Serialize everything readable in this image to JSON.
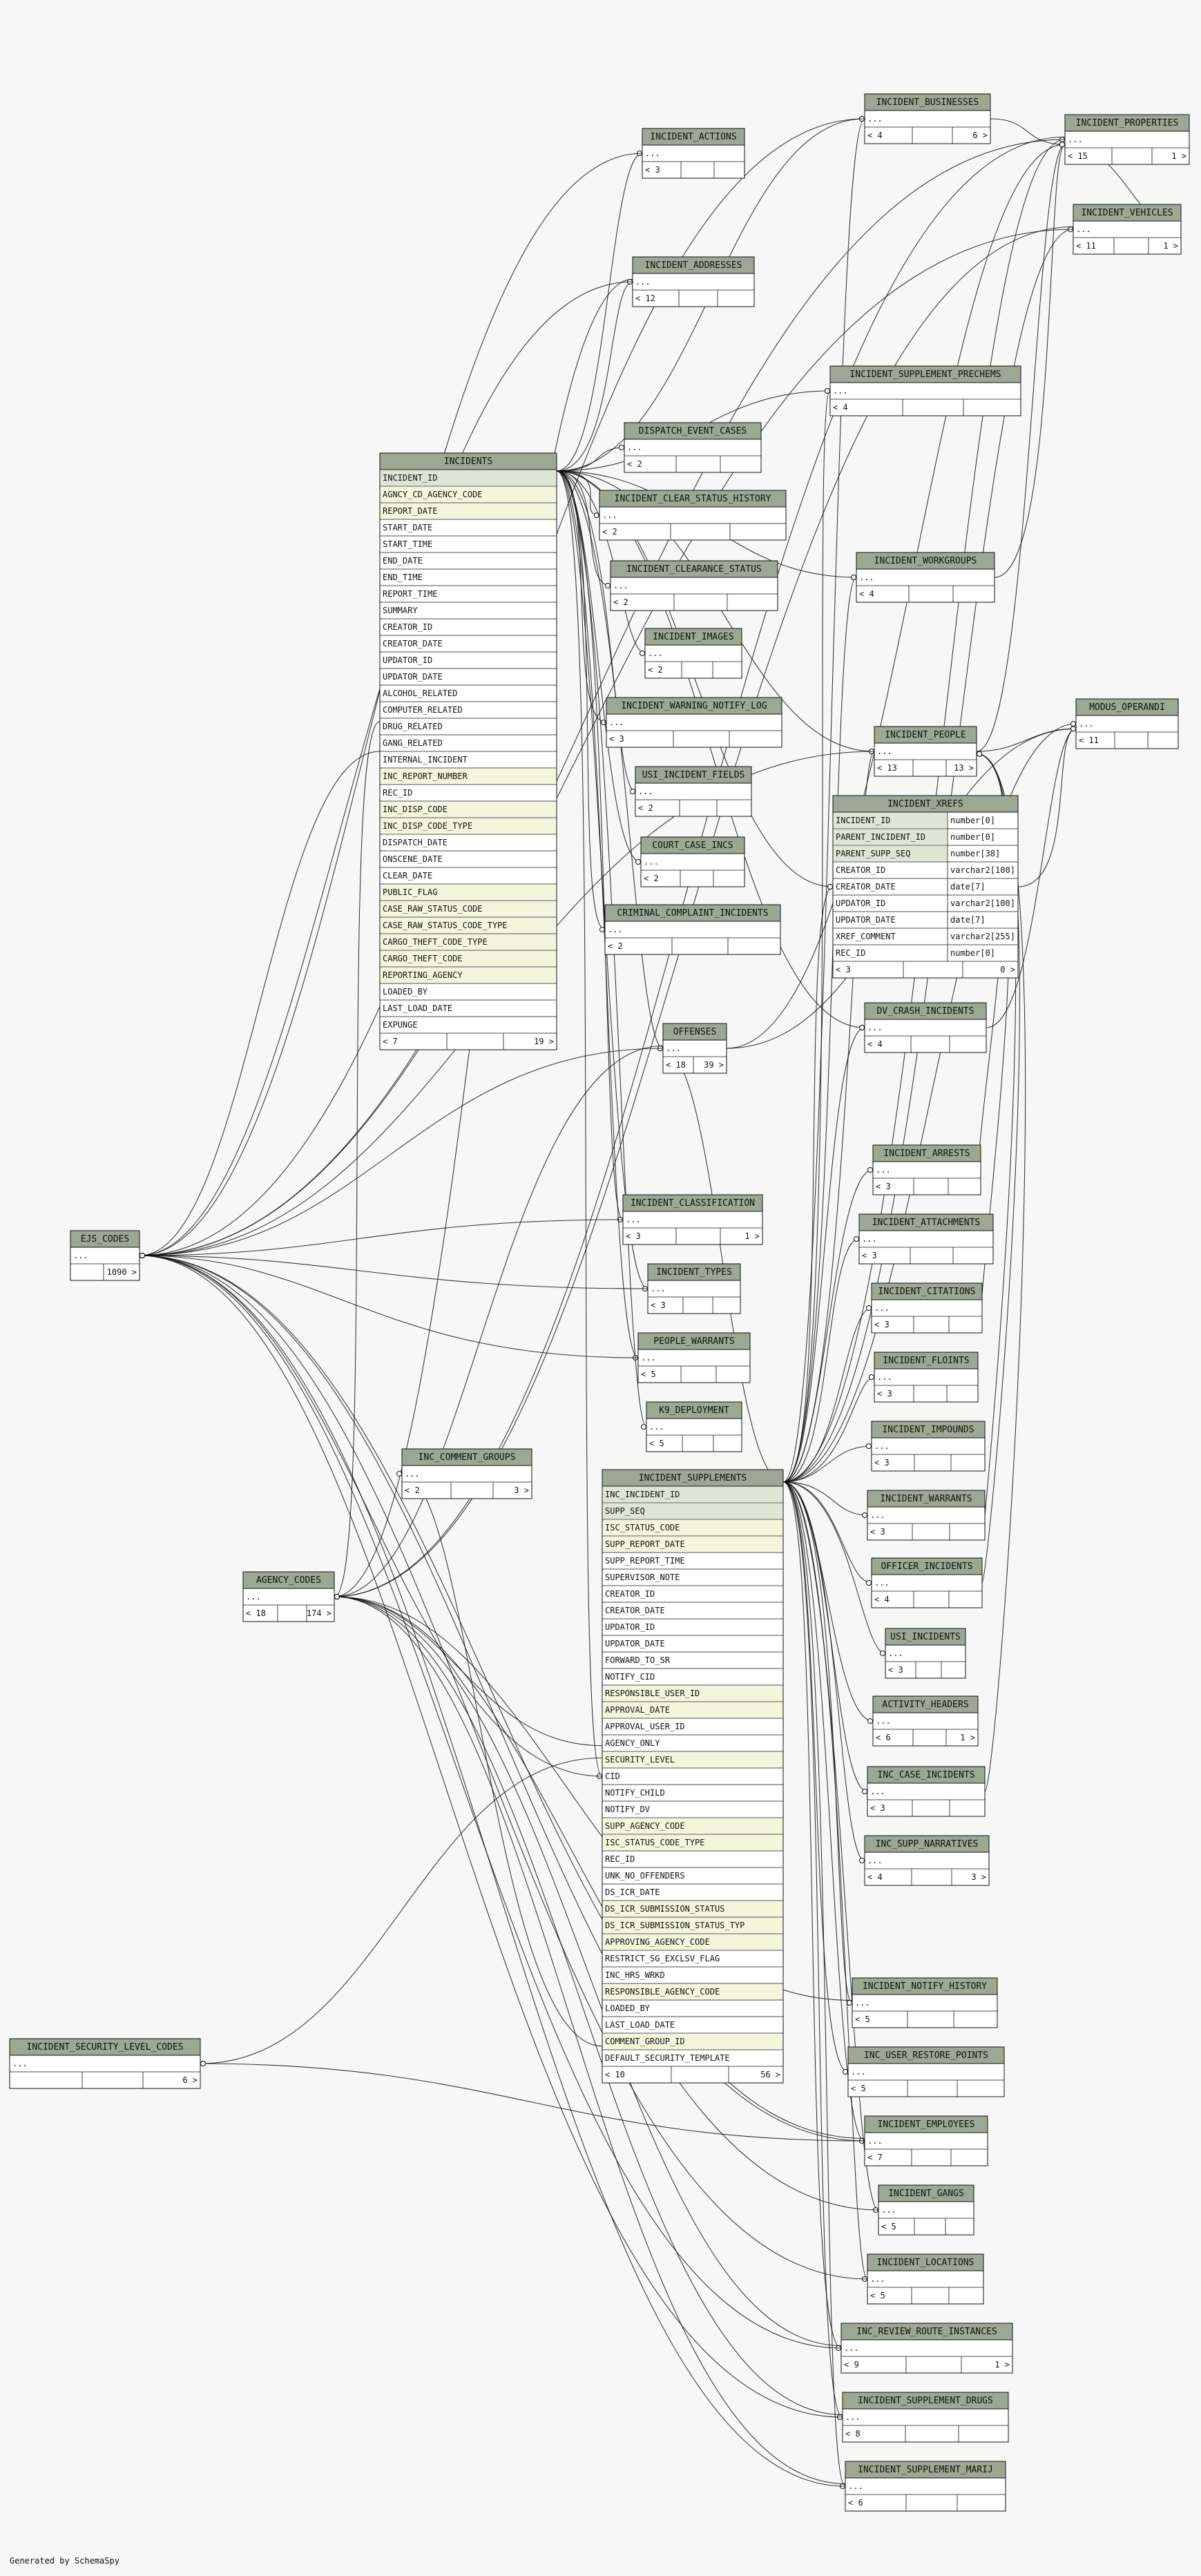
{
  "footer": "Generated by SchemaSpy",
  "tables": [
    {
      "name": "INCIDENT_BUSINESSES",
      "cols": [
        "..."
      ],
      "foot": [
        "< 4",
        "",
        "6 >"
      ]
    },
    {
      "name": "INCIDENT_PROPERTIES",
      "cols": [
        "..."
      ],
      "foot": [
        "< 15",
        "",
        "1 >"
      ]
    },
    {
      "name": "INCIDENT_ACTIONS",
      "cols": [
        "..."
      ],
      "foot": [
        "< 3",
        "",
        ""
      ]
    },
    {
      "name": "INCIDENT_VEHICLES",
      "cols": [
        "..."
      ],
      "foot": [
        "< 11",
        "",
        "1 >"
      ]
    },
    {
      "name": "INCIDENT_ADDRESSES",
      "cols": [
        "..."
      ],
      "foot": [
        "< 12",
        "",
        ""
      ]
    },
    {
      "name": "INCIDENT_SUPPLEMENT_PRECHEMS",
      "cols": [
        "..."
      ],
      "foot": [
        "< 4",
        "",
        ""
      ]
    },
    {
      "name": "DISPATCH_EVENT_CASES",
      "cols": [
        "..."
      ],
      "foot": [
        "< 2",
        "",
        ""
      ]
    },
    {
      "name": "INCIDENT_CLEAR_STATUS_HISTORY",
      "cols": [
        "..."
      ],
      "foot": [
        "< 2",
        "",
        ""
      ]
    },
    {
      "name": "INCIDENT_WORKGROUPS",
      "cols": [
        "..."
      ],
      "foot": [
        "< 4",
        "",
        ""
      ]
    },
    {
      "name": "INCIDENT_CLEARANCE_STATUS",
      "cols": [
        "..."
      ],
      "foot": [
        "< 2",
        "",
        ""
      ]
    },
    {
      "name": "INCIDENT_IMAGES",
      "cols": [
        "..."
      ],
      "foot": [
        "< 2",
        "",
        ""
      ]
    },
    {
      "name": "INCIDENT_WARNING_NOTIFY_LOG",
      "cols": [
        "..."
      ],
      "foot": [
        "< 3",
        "",
        ""
      ]
    },
    {
      "name": "MODUS_OPERANDI",
      "cols": [
        "..."
      ],
      "foot": [
        "< 11",
        "",
        ""
      ]
    },
    {
      "name": "INCIDENT_PEOPLE",
      "cols": [
        "..."
      ],
      "foot": [
        "< 13",
        "",
        "13 >"
      ]
    },
    {
      "name": "USI_INCIDENT_FIELDS",
      "cols": [
        "..."
      ],
      "foot": [
        "< 2",
        "",
        ""
      ]
    },
    {
      "name": "COURT_CASE_INCS",
      "cols": [
        "..."
      ],
      "foot": [
        "< 2",
        "",
        ""
      ]
    },
    {
      "name": "CRIMINAL_COMPLAINT_INCIDENTS",
      "cols": [
        "..."
      ],
      "foot": [
        "< 2",
        "",
        ""
      ]
    },
    {
      "name": "DV_CRASH_INCIDENTS",
      "cols": [
        "..."
      ],
      "foot": [
        "< 4",
        "",
        ""
      ]
    },
    {
      "name": "OFFENSES",
      "cols": [
        "..."
      ],
      "foot": [
        "< 18",
        "39 >"
      ]
    },
    {
      "name": "INCIDENT_ARRESTS",
      "cols": [
        "..."
      ],
      "foot": [
        "< 3",
        "",
        ""
      ]
    },
    {
      "name": "INCIDENT_CLASSIFICATION",
      "cols": [
        "..."
      ],
      "foot": [
        "< 3",
        "",
        "1 >"
      ]
    },
    {
      "name": "INCIDENT_ATTACHMENTS",
      "cols": [
        "..."
      ],
      "foot": [
        "< 3",
        "",
        ""
      ]
    },
    {
      "name": "EJS_CODES",
      "cols": [
        "..."
      ],
      "foot": [
        "",
        "1090 >"
      ]
    },
    {
      "name": "INCIDENT_TYPES",
      "cols": [
        "..."
      ],
      "foot": [
        "< 3",
        "",
        ""
      ]
    },
    {
      "name": "INCIDENT_CITATIONS",
      "cols": [
        "..."
      ],
      "foot": [
        "< 3",
        "",
        ""
      ]
    },
    {
      "name": "PEOPLE_WARRANTS",
      "cols": [
        "..."
      ],
      "foot": [
        "< 5",
        "",
        ""
      ]
    },
    {
      "name": "INCIDENT_FLOINTS",
      "cols": [
        "..."
      ],
      "foot": [
        "< 3",
        "",
        ""
      ]
    },
    {
      "name": "K9_DEPLOYMENT",
      "cols": [
        "..."
      ],
      "foot": [
        "< 5",
        "",
        ""
      ]
    },
    {
      "name": "INC_COMMENT_GROUPS",
      "cols": [
        "..."
      ],
      "foot": [
        "< 2",
        "",
        "3 >"
      ]
    },
    {
      "name": "INCIDENT_IMPOUNDS",
      "cols": [
        "..."
      ],
      "foot": [
        "< 3",
        "",
        ""
      ]
    },
    {
      "name": "INCIDENT_WARRANTS",
      "cols": [
        "..."
      ],
      "foot": [
        "< 3",
        "",
        ""
      ]
    },
    {
      "name": "OFFICER_INCIDENTS",
      "cols": [
        "..."
      ],
      "foot": [
        "< 4",
        "",
        ""
      ]
    },
    {
      "name": "AGENCY_CODES",
      "cols": [
        "..."
      ],
      "foot": [
        "< 18",
        "",
        "174 >"
      ]
    },
    {
      "name": "USI_INCIDENTS",
      "cols": [
        "..."
      ],
      "foot": [
        "< 3",
        "",
        ""
      ]
    },
    {
      "name": "ACTIVITY_HEADERS",
      "cols": [
        "..."
      ],
      "foot": [
        "< 6",
        "",
        "1 >"
      ]
    },
    {
      "name": "INC_CASE_INCIDENTS",
      "cols": [
        "..."
      ],
      "foot": [
        "< 3",
        "",
        ""
      ]
    },
    {
      "name": "INC_SUPP_NARRATIVES",
      "cols": [
        "..."
      ],
      "foot": [
        "< 4",
        "",
        "3 >"
      ]
    },
    {
      "name": "INCIDENT_NOTIFY_HISTORY",
      "cols": [
        "..."
      ],
      "foot": [
        "< 5",
        "",
        ""
      ]
    },
    {
      "name": "INC_USER_RESTORE_POINTS",
      "cols": [
        "..."
      ],
      "foot": [
        "< 5",
        "",
        ""
      ]
    },
    {
      "name": "INCIDENT_SECURITY_LEVEL_CODES",
      "cols": [
        "..."
      ],
      "foot": [
        "",
        "",
        "6 >"
      ]
    },
    {
      "name": "INCIDENT_EMPLOYEES",
      "cols": [
        "..."
      ],
      "foot": [
        "< 7",
        "",
        ""
      ]
    },
    {
      "name": "INCIDENT_GANGS",
      "cols": [
        "..."
      ],
      "foot": [
        "< 5",
        "",
        ""
      ]
    },
    {
      "name": "INCIDENT_LOCATIONS",
      "cols": [
        "..."
      ],
      "foot": [
        "< 5",
        "",
        ""
      ]
    },
    {
      "name": "INC_REVIEW_ROUTE_INSTANCES",
      "cols": [
        "..."
      ],
      "foot": [
        "< 9",
        "",
        "1 >"
      ]
    },
    {
      "name": "INCIDENT_SUPPLEMENT_DRUGS",
      "cols": [
        "..."
      ],
      "foot": [
        "< 8",
        "",
        ""
      ]
    },
    {
      "name": "INCIDENT_SUPPLEMENT_MARIJ",
      "cols": [
        "..."
      ],
      "foot": [
        "< 6",
        "",
        ""
      ]
    },
    {
      "name": "INCIDENTS",
      "foot": [
        "< 7",
        "",
        "19 >"
      ],
      "cols": [
        "INCIDENT_ID",
        "AGNCY_CD_AGENCY_CODE",
        "REPORT_DATE",
        "START_DATE",
        "START_TIME",
        "END_DATE",
        "END_TIME",
        "REPORT_TIME",
        "SUMMARY",
        "CREATOR_ID",
        "CREATOR_DATE",
        "UPDATOR_ID",
        "UPDATOR_DATE",
        "ALCOHOL_RELATED",
        "COMPUTER_RELATED",
        "DRUG_RELATED",
        "GANG_RELATED",
        "INTERNAL_INCIDENT",
        "INC_REPORT_NUMBER",
        "REC_ID",
        "INC_DISP_CODE",
        "INC_DISP_CODE_TYPE",
        "DISPATCH_DATE",
        "ONSCENE_DATE",
        "CLEAR_DATE",
        "PUBLIC_FLAG",
        "CASE_RAW_STATUS_CODE",
        "CASE_RAW_STATUS_CODE_TYPE",
        "CARGO_THEFT_CODE_TYPE",
        "CARGO_THEFT_CODE",
        "REPORTING_AGENCY",
        "LOADED_BY",
        "LAST_LOAD_DATE",
        "EXPUNGE"
      ]
    },
    {
      "name": "INCIDENT_XREFS",
      "foot": [
        "< 3",
        "",
        "0 >"
      ],
      "cols": [
        "INCIDENT_ID",
        "PARENT_INCIDENT_ID",
        "PARENT_SUPP_SEQ",
        "CREATOR_ID",
        "CREATOR_DATE",
        "UPDATOR_ID",
        "UPDATOR_DATE",
        "XREF_COMMENT",
        "REC_ID"
      ],
      "types": [
        "number[0]",
        "number[0]",
        "number[38]",
        "varchar2[100]",
        "date[7]",
        "varchar2[100]",
        "date[7]",
        "varchar2[255]",
        "number[0]"
      ]
    },
    {
      "name": "INCIDENT_SUPPLEMENTS",
      "foot": [
        "< 10",
        "",
        "56 >"
      ],
      "cols": [
        "INC_INCIDENT_ID",
        "SUPP_SEQ",
        "ISC_STATUS_CODE",
        "SUPP_REPORT_DATE",
        "SUPP_REPORT_TIME",
        "SUPERVISOR_NOTE",
        "CREATOR_ID",
        "CREATOR_DATE",
        "UPDATOR_ID",
        "UPDATOR_DATE",
        "FORWARD_TO_SR",
        "NOTIFY_CID",
        "RESPONSIBLE_USER_ID",
        "APPROVAL_DATE",
        "APPROVAL_USER_ID",
        "AGENCY_ONLY",
        "SECURITY_LEVEL",
        "CID",
        "NOTIFY_CHILD",
        "NOTIFY_DV",
        "SUPP_AGENCY_CODE",
        "ISC_STATUS_CODE_TYPE",
        "REC_ID",
        "UNK_NO_OFFENDERS",
        "DS_ICR_DATE",
        "DS_ICR_SUBMISSION_STATUS",
        "DS_ICR_SUBMISSION_STATUS_TYP",
        "APPROVING_AGENCY_CODE",
        "RESTRICT_SG_EXCLSV_FLAG",
        "INC_HRS_WRKD",
        "RESPONSIBLE_AGENCY_CODE",
        "LOADED_BY",
        "LAST_LOAD_DATE",
        "COMMENT_GROUP_ID",
        "DEFAULT_SECURITY_TEMPLATE"
      ]
    }
  ]
}
